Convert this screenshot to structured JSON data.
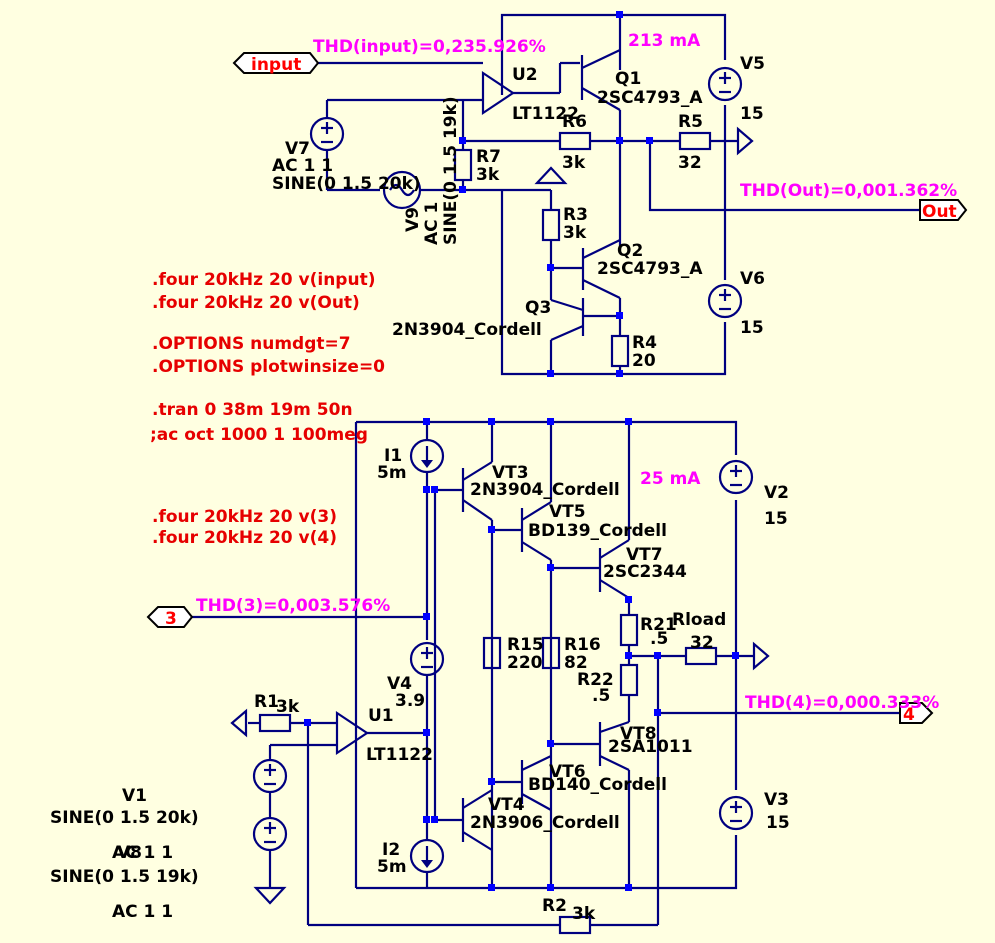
{
  "spice": {
    "four_input": ".four 20kHz 20 v(input)",
    "four_out": " .four 20kHz 20 v(Out)",
    "opt_numdgt": " .OPTIONS numdgt=7",
    "opt_plotwin": " .OPTIONS plotwinsize=0",
    "tran": ".tran 0 38m 19m 50n",
    "ac": ";ac oct 1000 1 100meg",
    "four_3": ".four 20kHz 20 v(3)",
    "four_4": ".four 20kHz 20 v(4)"
  },
  "measurements": {
    "thd_input": "THD(input)=0,235.926%",
    "current_top": "213 mA",
    "thd_out": "THD(Out)=0,001.362%",
    "current_bottom": "25 mA",
    "thd_3": "THD(3)=0,003.576%",
    "thd_4": "THD(4)=0,000.333%"
  },
  "ports": {
    "input": "input",
    "out": "Out",
    "p3": "3",
    "p4": "4"
  },
  "top_circuit": {
    "u2_name": "U2",
    "u2_model": "LT1122",
    "q1_name": "Q1",
    "q1_model": "2SC4793_A",
    "q2_name": "Q2",
    "q2_model": "2SC4793_A",
    "q3_name": "Q3",
    "q3_model": "2N3904_Cordell",
    "v5_name": "V5",
    "v5_value": "15",
    "v6_name": "V6",
    "v6_value": "15",
    "r6_name": "R6",
    "r6_value": "3k",
    "r5_name": "R5",
    "r5_value": "32",
    "r7_name": "R7",
    "r7_value": "3k",
    "r3_name": "R3",
    "r3_value": "3k",
    "r4_name": "R4",
    "r4_value": "20",
    "v7_name": "V7",
    "v7_ac": "AC 1 1",
    "v7_sine": "SINE(0 1.5 20k)",
    "v9_name": "V9",
    "v9_ac": "AC 1",
    "v9_sine": "SINE(0 1.5 19k)"
  },
  "bottom_circuit": {
    "i1_name": "I1",
    "i1_value": "5m",
    "i2_name": "I2",
    "i2_value": "5m",
    "vt3_name": "VT3",
    "vt3_model": "2N3904_Cordell",
    "vt5_name": "VT5",
    "vt5_model": "BD139_Cordell",
    "vt7_name": "VT7",
    "vt7_model": "2SC2344",
    "vt8_name": "VT8",
    "vt8_model": "2SA1011",
    "vt6_name": "VT6",
    "vt6_model": "BD140_Cordell",
    "vt4_name": "VT4",
    "vt4_model": "2N3906_Cordell",
    "v2_name": "V2",
    "v2_value": "15",
    "v3_name": "V3",
    "v3_value": "15",
    "v4_name": "V4",
    "v4_value": "3.9",
    "r15_name": "R15",
    "r15_value": "220",
    "r16_name": "R16",
    "r16_value": "82",
    "r21_name": "R21",
    "r21_value": ".5",
    "r22_name": "R22",
    "r22_value": ".5",
    "rload_name": "Rload",
    "rload_value": "32",
    "r1_name": "R1",
    "r1_value": "3k",
    "r2_name": "R2",
    "r2_value": "3k",
    "u1_name": "U1",
    "u1_model": "LT1122",
    "v1_name": "V1",
    "v1_sine": "SINE(0 1.5 20k)",
    "v1_ac": "AC 1 1",
    "v8_name": "V8",
    "v8_sine": "SINE(0 1.5 19k)",
    "v8_ac": "AC 1 1"
  }
}
